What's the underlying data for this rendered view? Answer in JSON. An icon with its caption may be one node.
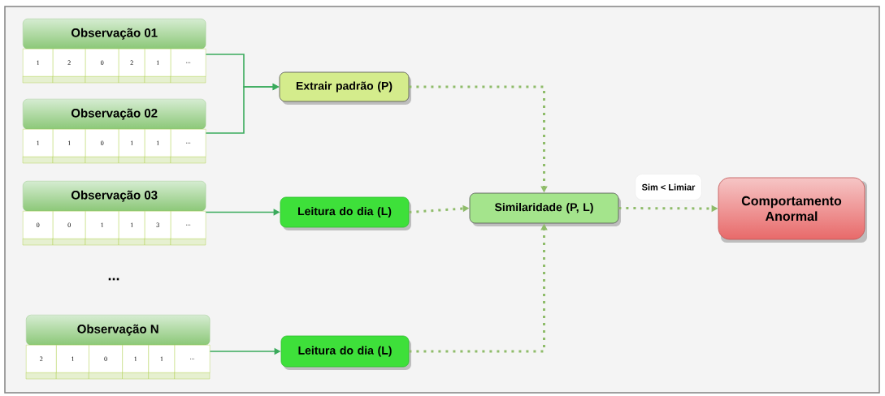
{
  "diagram": {
    "nodes": [
      {
        "text": [
          "Observação 01",
          "1",
          "2",
          "0",
          "2",
          "1",
          "..."
        ]
      },
      {
        "text": [
          "Observação 02",
          "1",
          "1",
          "0",
          "1",
          "1",
          "..."
        ]
      },
      {
        "text": [
          "Observação 03",
          "0",
          "0",
          "1",
          "1",
          "3",
          "..."
        ]
      },
      {
        "text": [
          "Observação N",
          "2",
          "1",
          "0",
          "1",
          "1",
          "..."
        ]
      },
      {
        "text": [
          "Extrair padrão (P)"
        ]
      },
      {
        "text": [
          "Leitura do dia (L)"
        ]
      },
      {
        "text": [
          "Leitura do dia (L)"
        ]
      },
      {
        "text": [
          "Similaridade (P, L)"
        ]
      },
      {
        "text": [
          "Comportamento Anormal"
        ]
      }
    ],
    "edges": [
      {
        "from": 0,
        "to": 4,
        "arrow": "to"
      },
      {
        "from": 1,
        "to": 4,
        "arrow": "to"
      },
      {
        "from": 2,
        "to": 5,
        "arrow": "to"
      },
      {
        "from": 3,
        "to": 6,
        "arrow": "to"
      },
      {
        "from": 4,
        "to": 7,
        "arrow": "to",
        "style": "dashed",
        "color": "#8fbc6a"
      },
      {
        "from": 5,
        "to": 7,
        "arrow": "to",
        "style": "dashed",
        "color": "#8fbc6a"
      },
      {
        "from": 6,
        "to": 7,
        "arrow": "to",
        "style": "dashed",
        "color": "#8fbc6a"
      },
      {
        "from": 7,
        "to": 8,
        "arrow": "to",
        "style": "dashed",
        "color": "#8fbc6a",
        "label": "Sim < Limiar"
      }
    ],
    "labels": [
      "..."
    ]
  }
}
